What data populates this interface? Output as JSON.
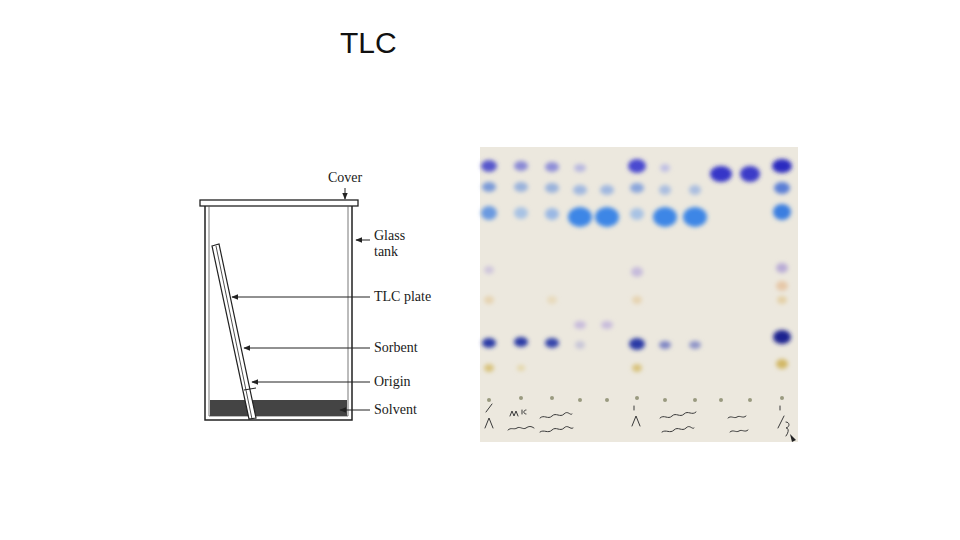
{
  "diagram": {
    "title": "TLC",
    "labels": [
      "Cover",
      "Glass tank",
      "TLC plate",
      "Sorbent",
      "Origin",
      "Solvent"
    ]
  }
}
